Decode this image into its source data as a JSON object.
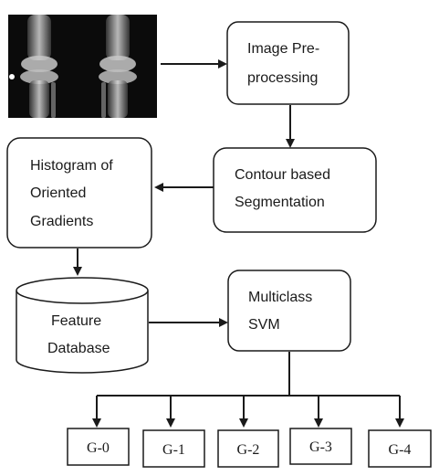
{
  "diagram": {
    "nodes": {
      "xray": {
        "kind": "image",
        "description_icon": "knee-xray-image"
      },
      "preprocessing": {
        "lines": [
          "Image Pre-",
          "processing"
        ]
      },
      "segmentation": {
        "lines": [
          "Contour based",
          "Segmentation"
        ]
      },
      "hog": {
        "lines": [
          "Histogram of",
          "Oriented",
          "Gradients"
        ]
      },
      "database": {
        "lines": [
          "Feature",
          "Database"
        ]
      },
      "svm": {
        "lines": [
          "Multiclass",
          "SVM"
        ]
      },
      "grades": [
        "G-0",
        "G-1",
        "G-2",
        "G-3",
        "G-4"
      ]
    },
    "colors": {
      "stroke": "#1a1a1a",
      "text": "#1a1a1a",
      "background": "#ffffff"
    }
  }
}
